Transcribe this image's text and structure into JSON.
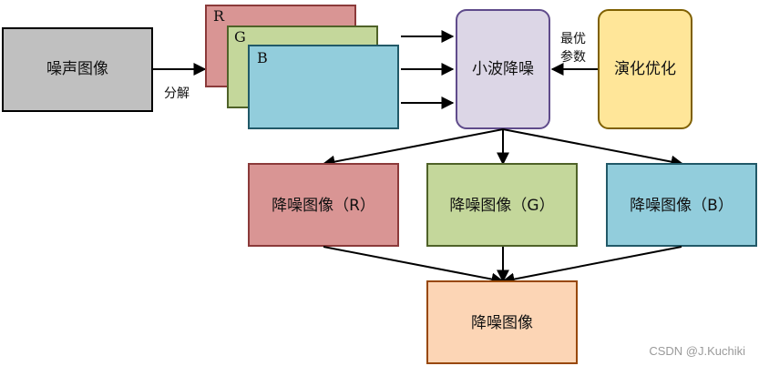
{
  "nodes": {
    "noisy_image": "噪声图像",
    "channel_r_label": "R",
    "channel_g_label": "G",
    "channel_b_label": "B",
    "wavelet_denoise": "小波降噪",
    "evolutionary_opt": "演化优化",
    "denoised_r": "降噪图像（R）",
    "denoised_g": "降噪图像（G）",
    "denoised_b": "降噪图像（B）",
    "denoised_image": "降噪图像"
  },
  "edge_labels": {
    "decompose": "分解",
    "optimal_params_line1": "最优",
    "optimal_params_line2": "参数"
  },
  "watermark": "CSDN @J.Kuchiki",
  "colors": {
    "gray": "#c0c0c0",
    "red": "#d99594",
    "green": "#c4d79b",
    "blue": "#92cddc",
    "purple": "#dcd6e6",
    "yellow": "#ffe699",
    "peach": "#fcd5b5"
  }
}
